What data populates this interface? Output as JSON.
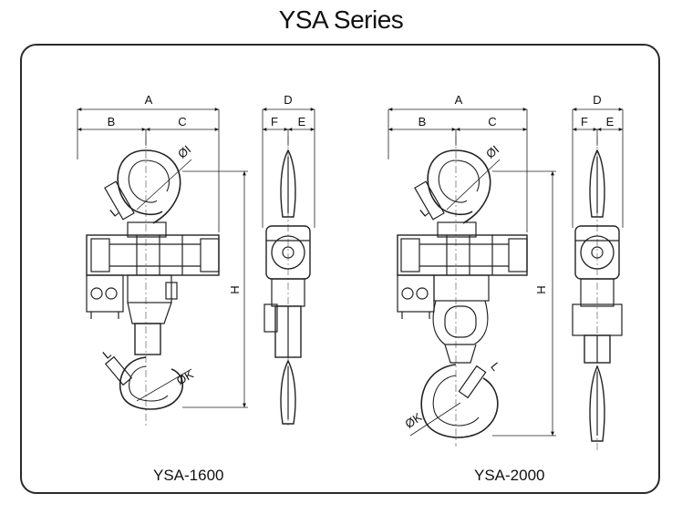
{
  "title": "YSA Series",
  "models": [
    {
      "name": "YSA-1600",
      "front_labels": {
        "a": "A",
        "b": "B",
        "c": "C",
        "h": "H",
        "top_hook_dia": "ØI",
        "bottom_hook_dia": "ØK",
        "latch": "L"
      },
      "side_labels": {
        "d": "D",
        "f": "F",
        "e": "E"
      }
    },
    {
      "name": "YSA-2000",
      "front_labels": {
        "a": "A",
        "b": "B",
        "c": "C",
        "h": "H",
        "top_hook_dia": "ØI",
        "bottom_hook_dia": "ØK",
        "latch": "L"
      },
      "side_labels": {
        "d": "D",
        "f": "F",
        "e": "E"
      }
    }
  ]
}
